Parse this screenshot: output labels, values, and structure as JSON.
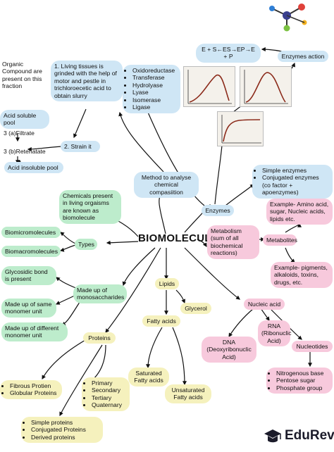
{
  "center_title": "BIOMOLECULES",
  "brand": "EduRev",
  "nodes": {
    "organic_fraction": "Organic Compound are present on this fraction",
    "living_tissues": "1. Living tissues is grinded with the help of motor and pestle in trichloroecetic acid to obtain slurry",
    "enzyme_classes": [
      "Oxidoreductase",
      "Transferase",
      "Hydrolyase",
      "Lyase",
      "Isomerase",
      "Ligase"
    ],
    "enzyme_equation": "E + S←ES→EP→E + P",
    "enzymes_action": "Enzymes action",
    "acid_soluble_pool": "Acid soluble pool",
    "filtrate": "3 (a)Filtrate",
    "strain": "2. Strain it",
    "retenatate": "3 (b)Retenatate",
    "acid_insoluble_pool": "Acid insoluble pool",
    "method_analyse": "Method to analyse chemical compasiition",
    "enzyme_types": [
      "Simple enzymes",
      "Conjugated enzymes (co factor + apoenzymes)"
    ],
    "chemicals_present": "Chemicals present in living orgaisms are known as biomolecule",
    "enzymes": "Enzymes",
    "metabolites_example": "Example- Amino acid, sugar, Nucleic acids, lipids etc.",
    "biomicromolecules": "Biomicromolecules",
    "types": "Types",
    "biomacromolecules": "Biomacromolecules",
    "metabolism": "Metabolism (sum of all biochemical reactions)",
    "metabolites": "Metabolites",
    "glycosidic_bond": "Glycosidic bond is present",
    "secondary_metabolites_example": "Example- pigments, alkaloids, toxins, drugs, etc.",
    "made_up_mono": "Made up of monosaccharides",
    "lipids": "Lipids",
    "same_monomer": "Made up of same monomer unit",
    "glycerol": "Glycerol",
    "nucleic_acid": "Nucleic acid",
    "different_monomer": "Made up of different monomer unit",
    "fatty_acids": "Fatty acids",
    "rna": "RNA (Ribonuclic Acid)",
    "proteins": "Proteins",
    "dna": "DNA (Deoxyribonuclic Acid)",
    "nucleotides": "Nucleotides",
    "protein_shapes": [
      "Fibrous Protien",
      "Globular Proteins"
    ],
    "protein_structure": [
      "Primary",
      "Secondary",
      "Tertiary",
      "Quaternary"
    ],
    "saturated": "Saturated Fatty acids",
    "unsaturated": "Unsaturated Fatty acids",
    "nucleotide_parts": [
      "Nitrogenous base",
      "Pentose sugar",
      "Phosphate group"
    ],
    "protein_kinds": [
      "Simple proteins",
      "Conjugated Proteins",
      "Derived proteins"
    ]
  },
  "colors": {
    "blue": "#cfe6f5",
    "green": "#bdeccc",
    "pink": "#f7c9dc",
    "yellow": "#f5f1bd",
    "curve": "#8b2a1a",
    "molecule_center": "#3a3f8f",
    "molecule_top": "#e0413a",
    "molecule_left": "#2f7fd6",
    "molecule_right": "#f2b01e",
    "molecule_bottom": "#7cc242"
  },
  "icons": [
    "molecule-icon",
    "graduation-cap-icon",
    "enzyme-activity-graphs"
  ]
}
